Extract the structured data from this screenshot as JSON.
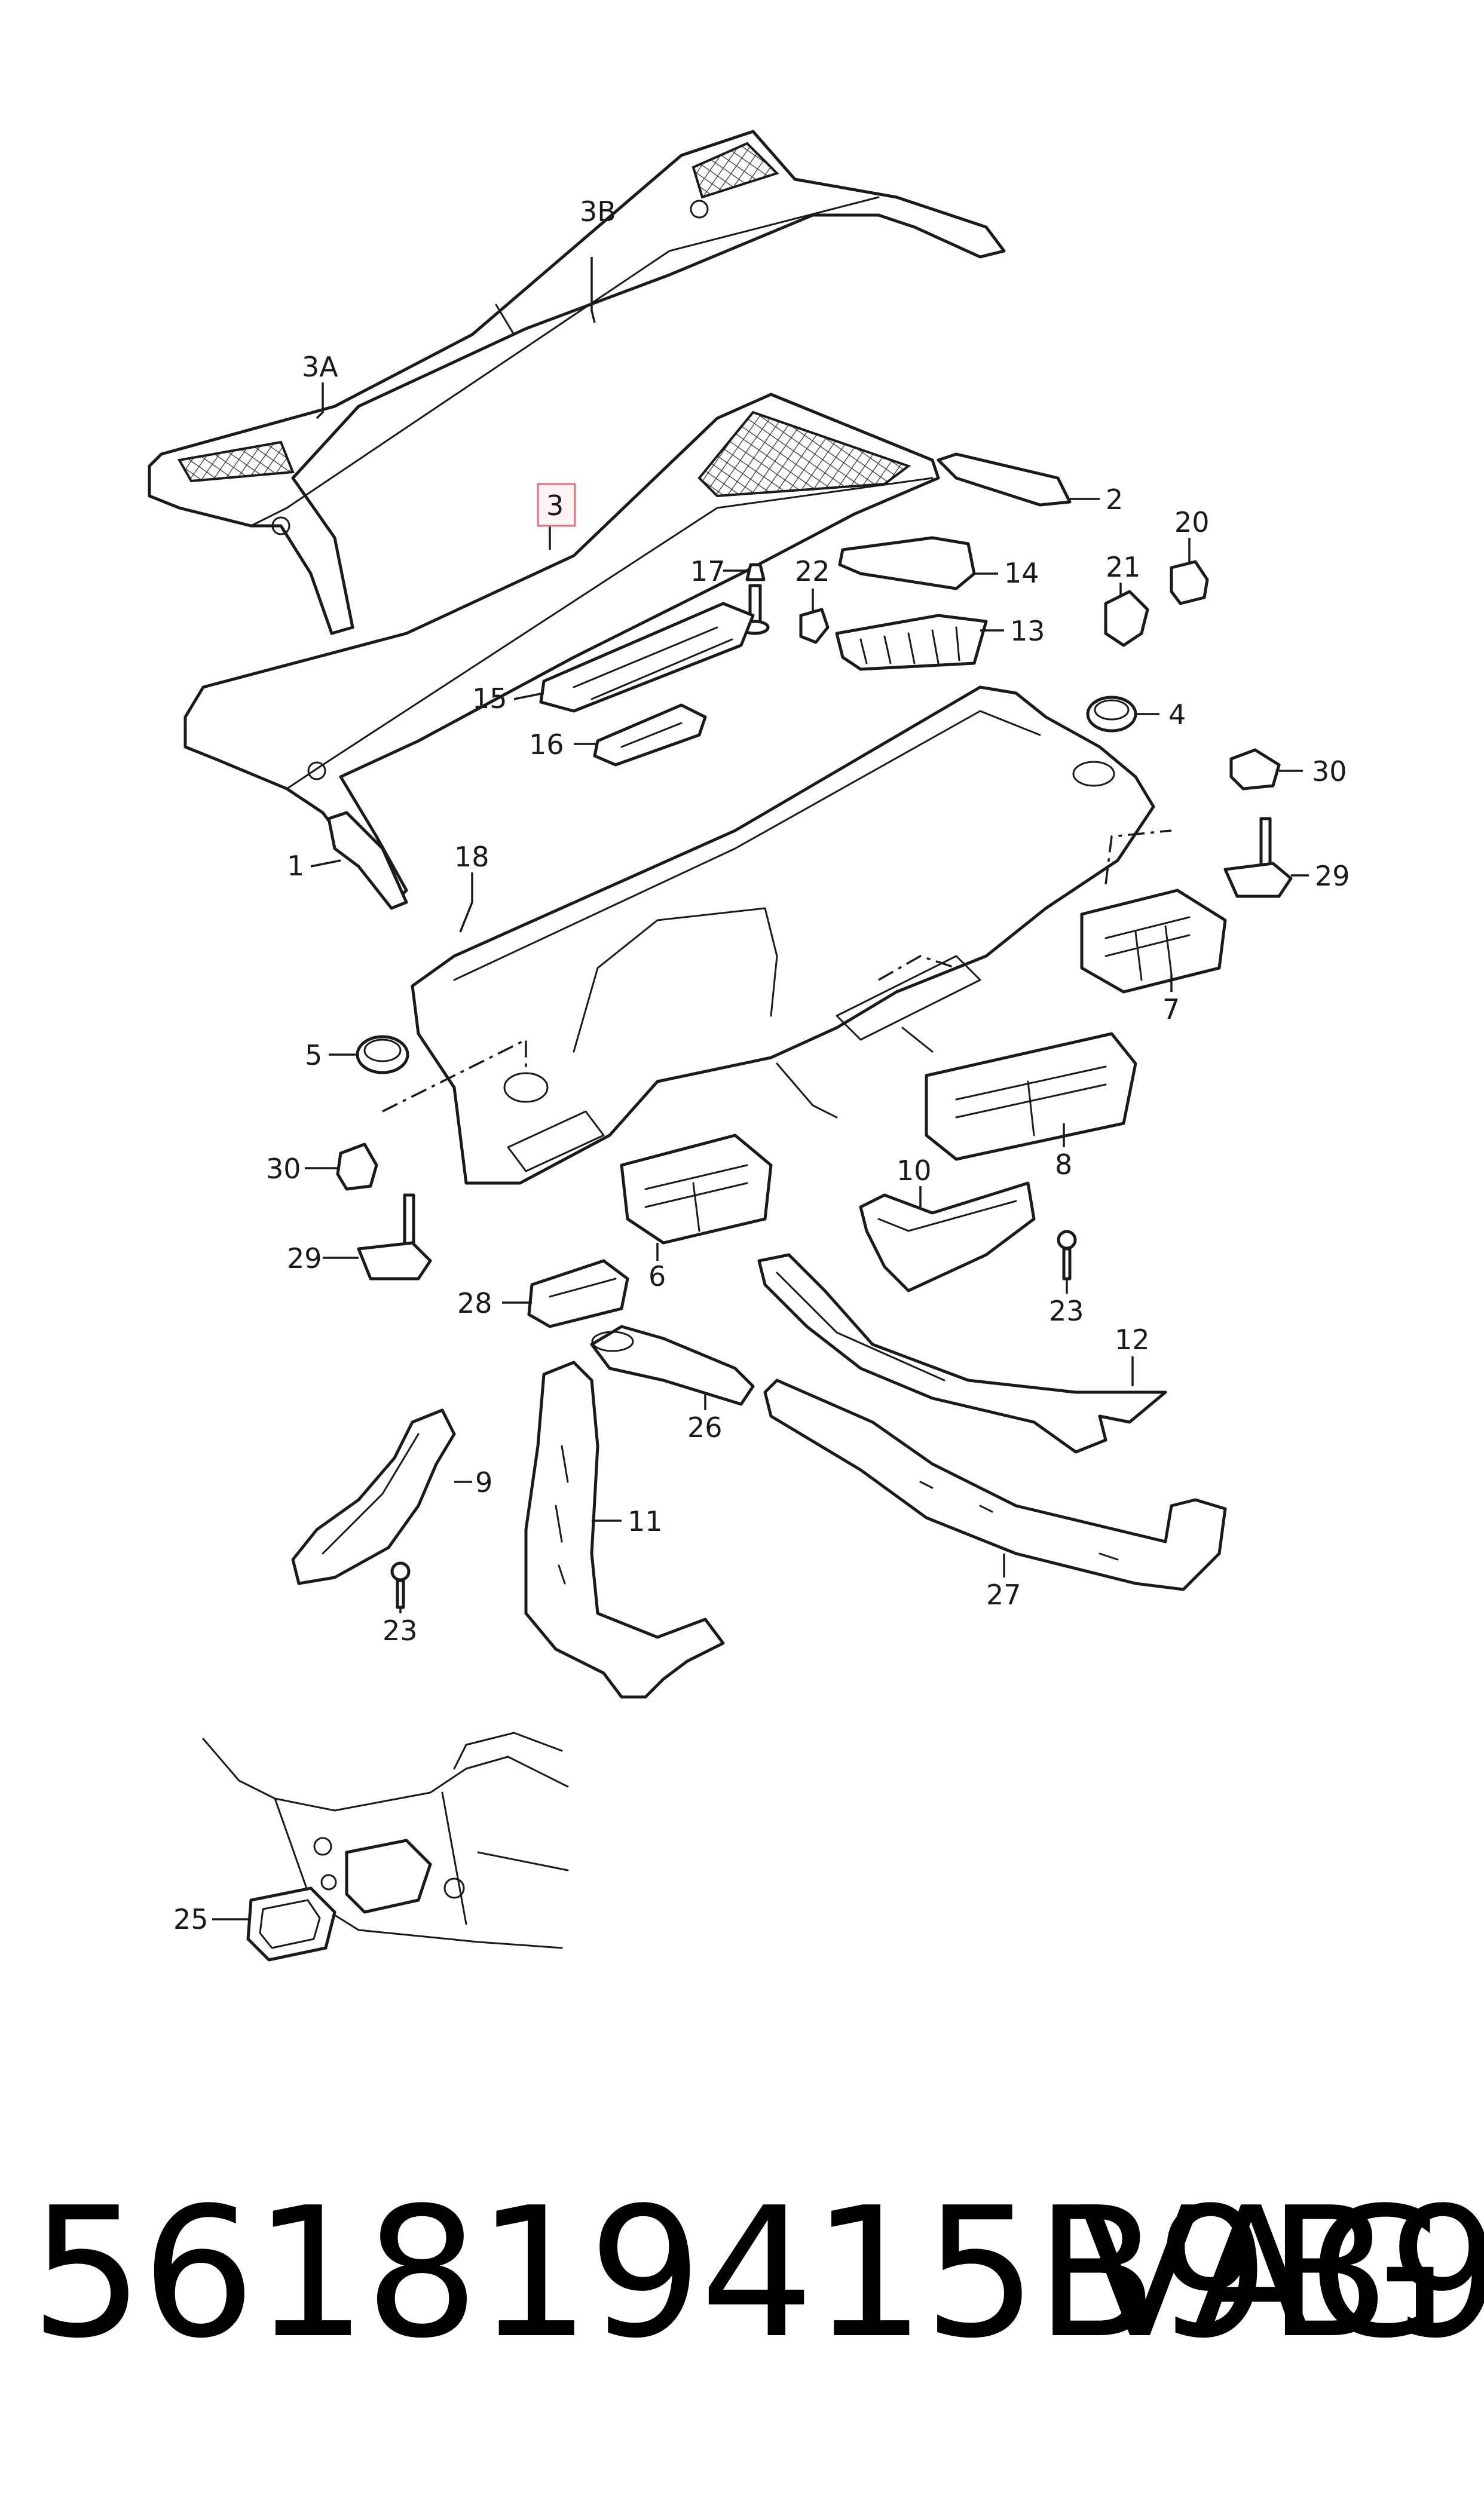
{
  "callouts": {
    "c3b": "3B",
    "c3a": "3A",
    "c3": "3",
    "c2": "2",
    "c20": "20",
    "c17": "17",
    "c22": "22",
    "c14": "14",
    "c21": "21",
    "c13": "13",
    "c15": "15",
    "c4": "4",
    "c16": "16",
    "c30r": "30",
    "c1": "1",
    "c18": "18",
    "c29r": "29",
    "c7": "7",
    "c5": "5",
    "c30l": "30",
    "c8": "8",
    "c10": "10",
    "c29l": "29",
    "c6": "6",
    "c23r": "23",
    "c28": "28",
    "c12": "12",
    "c26": "26",
    "c9": "9",
    "c11": "11",
    "c23l": "23",
    "c27": "27",
    "c25": "25"
  },
  "footer": {
    "part_number": "561819415B9B9",
    "brand": "VAG"
  }
}
